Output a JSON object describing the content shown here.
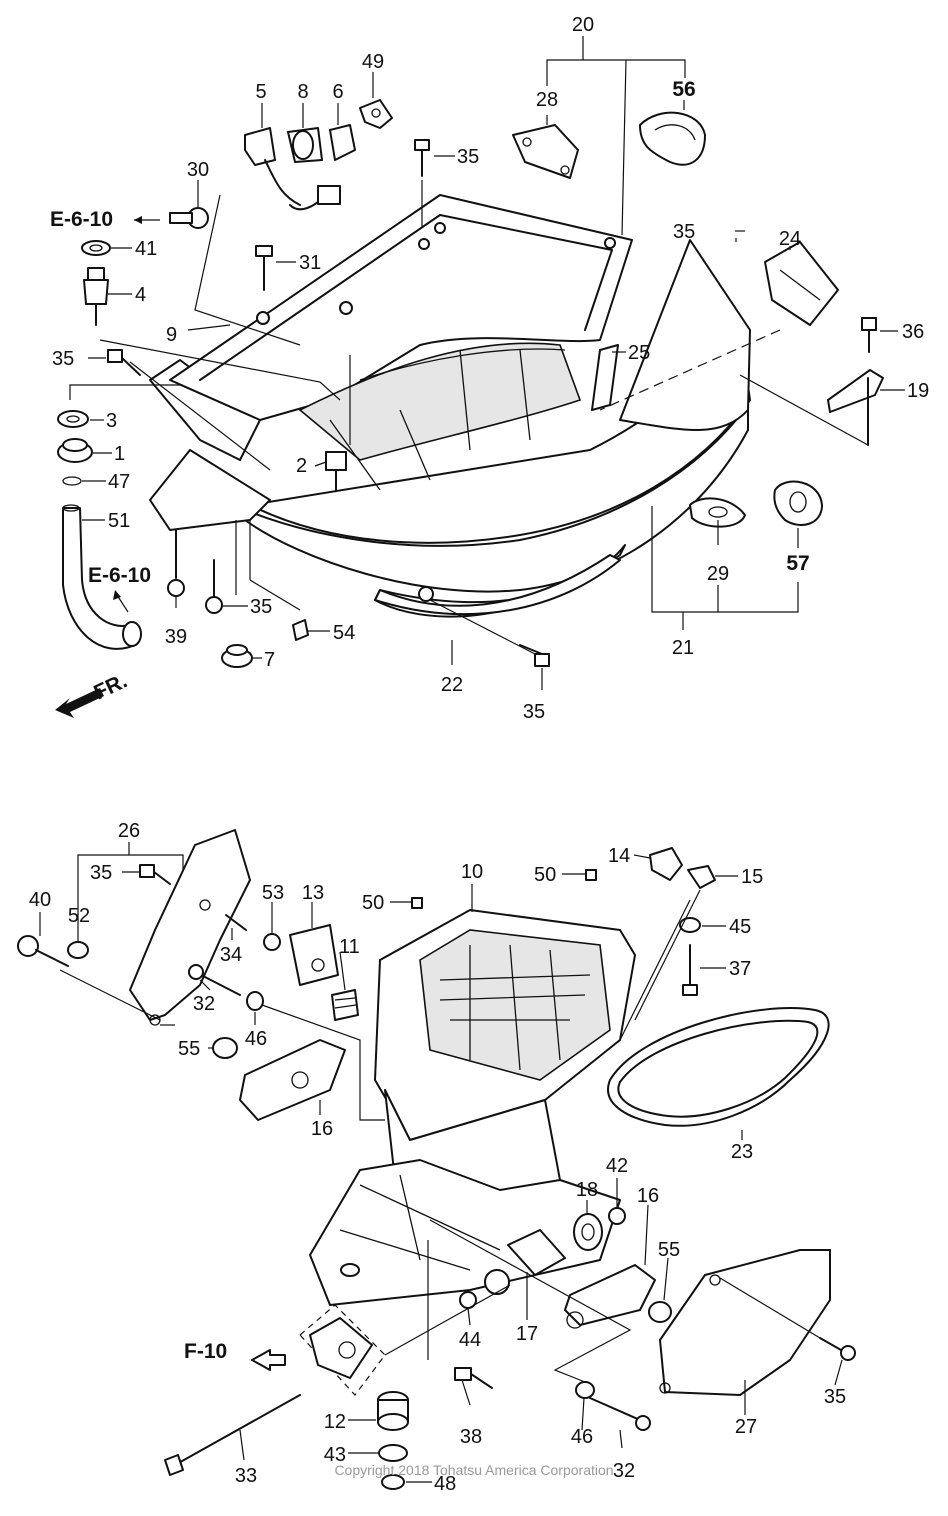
{
  "upper_section": {
    "callouts": [
      "20",
      "28",
      "56",
      "49",
      "5",
      "8",
      "6",
      "35",
      "30",
      "41",
      "4",
      "31",
      "9",
      "35",
      "3",
      "1",
      "47",
      "51",
      "2",
      "24",
      "36",
      "25",
      "19",
      "29",
      "57",
      "21",
      "39",
      "35",
      "54",
      "7",
      "22",
      "35"
    ],
    "refs": {
      "ref_e610_top": "E-6-10",
      "ref_e610_hose": "E-6-10",
      "front_arrow": "FR."
    }
  },
  "lower_section": {
    "callouts": [
      "26",
      "35",
      "40",
      "52",
      "53",
      "13",
      "34",
      "11",
      "32",
      "46",
      "55",
      "16",
      "10",
      "50",
      "50",
      "14",
      "15",
      "45",
      "37",
      "23",
      "18",
      "42",
      "16",
      "55",
      "17",
      "44",
      "38",
      "46",
      "32",
      "27",
      "35",
      "12",
      "43",
      "48",
      "33"
    ],
    "refs": {
      "ref_f10": "F-10"
    }
  },
  "copyright": "Copyright 2018 Tohatsu America Corporation"
}
